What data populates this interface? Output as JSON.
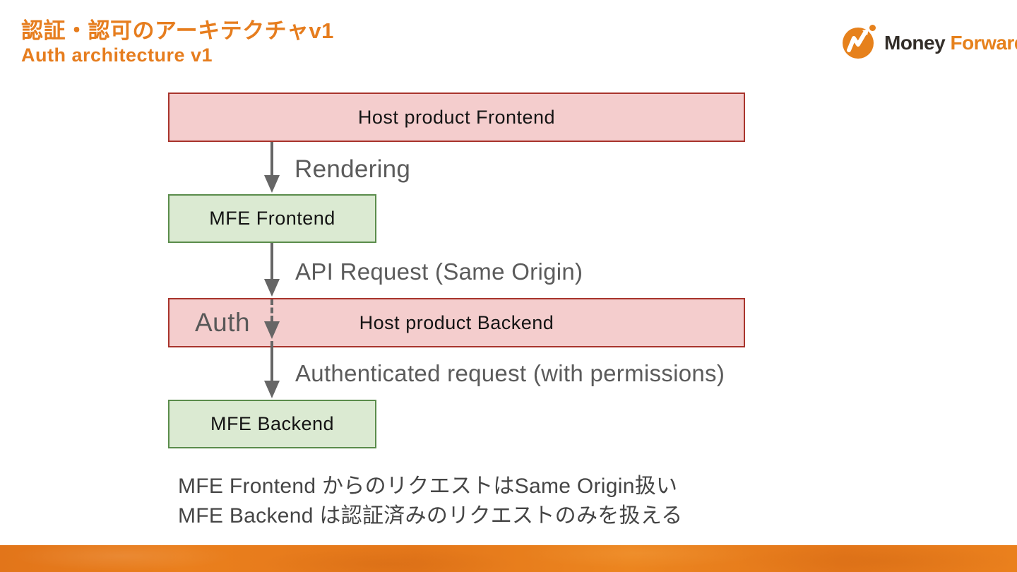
{
  "slide": {
    "title_ja": "認証・認可のアーキテクチャv1",
    "title_en": "Auth architecture v1"
  },
  "logo": {
    "mark": "money-forward-logo-mark",
    "money": "Money",
    "forward": "Forward"
  },
  "diagram": {
    "boxes": [
      {
        "id": "host-product-frontend",
        "label": "Host product Frontend",
        "style": "pink"
      },
      {
        "id": "mfe-frontend",
        "label": "MFE Frontend",
        "style": "green"
      },
      {
        "id": "host-product-backend",
        "label": "Host product Backend",
        "style": "pink"
      },
      {
        "id": "mfe-backend",
        "label": "MFE Backend",
        "style": "green"
      }
    ],
    "auth_label": "Auth",
    "arrow_labels": [
      "Rendering",
      "API Request (Same Origin)",
      "Authenticated request (with permissions)"
    ]
  },
  "notes": {
    "line1": "MFE Frontend からのリクエストはSame Origin扱い",
    "line2": "MFE Backend は認証済みのリクエストのみを扱える"
  },
  "colors": {
    "accent_orange": "#e67d1e",
    "logo_text_dark": "#332e29",
    "box_pink_fill": "#f4cdcd",
    "box_pink_border": "#a8342c",
    "box_green_fill": "#dbead2",
    "box_green_border": "#5a8c4b",
    "arrow_gray": "#666666",
    "label_gray": "#5b5b5b",
    "notes_gray": "#454545",
    "footer_orange": "#e87b1c"
  }
}
